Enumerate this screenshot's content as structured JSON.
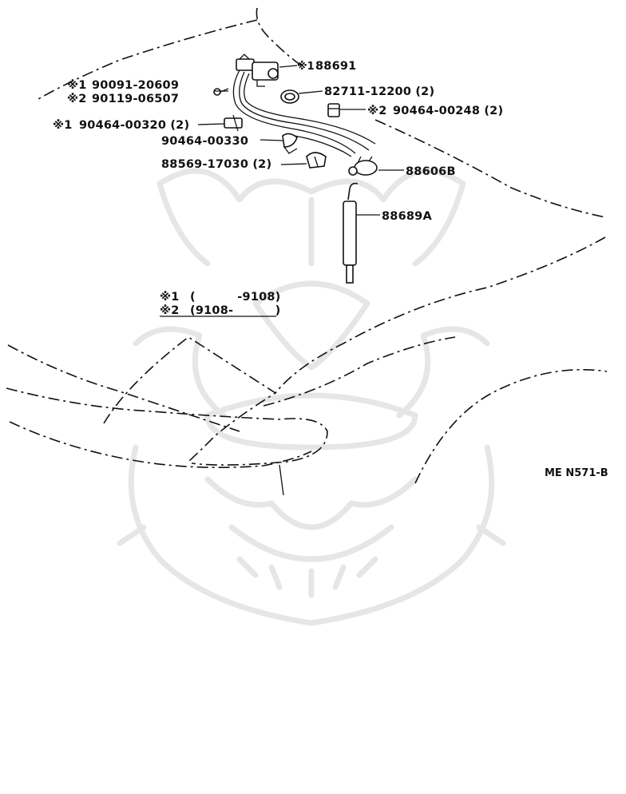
{
  "labels": {
    "p88691": "88691",
    "p88691_mark": "※1",
    "p90091_mark": "※1",
    "p90091": "90091-20609",
    "p90119_mark": "※2",
    "p90119": "90119-06507",
    "p82711": "82711-12200 (2)",
    "p90464_248_mark": "※2",
    "p90464_248": "90464-00248 (2)",
    "p90464_320_mark": "※1",
    "p90464_320": "90464-00320 (2)",
    "p90464_330": "90464-00330",
    "p88569": "88569-17030 (2)",
    "p88606B": "88606B",
    "p88689A": "88689A"
  },
  "legend": {
    "row1_mark": "※1",
    "row1_text": "(          -9108)",
    "row2_mark": "※2",
    "row2_text": "(9108-          )"
  },
  "code": "ME N571-B"
}
